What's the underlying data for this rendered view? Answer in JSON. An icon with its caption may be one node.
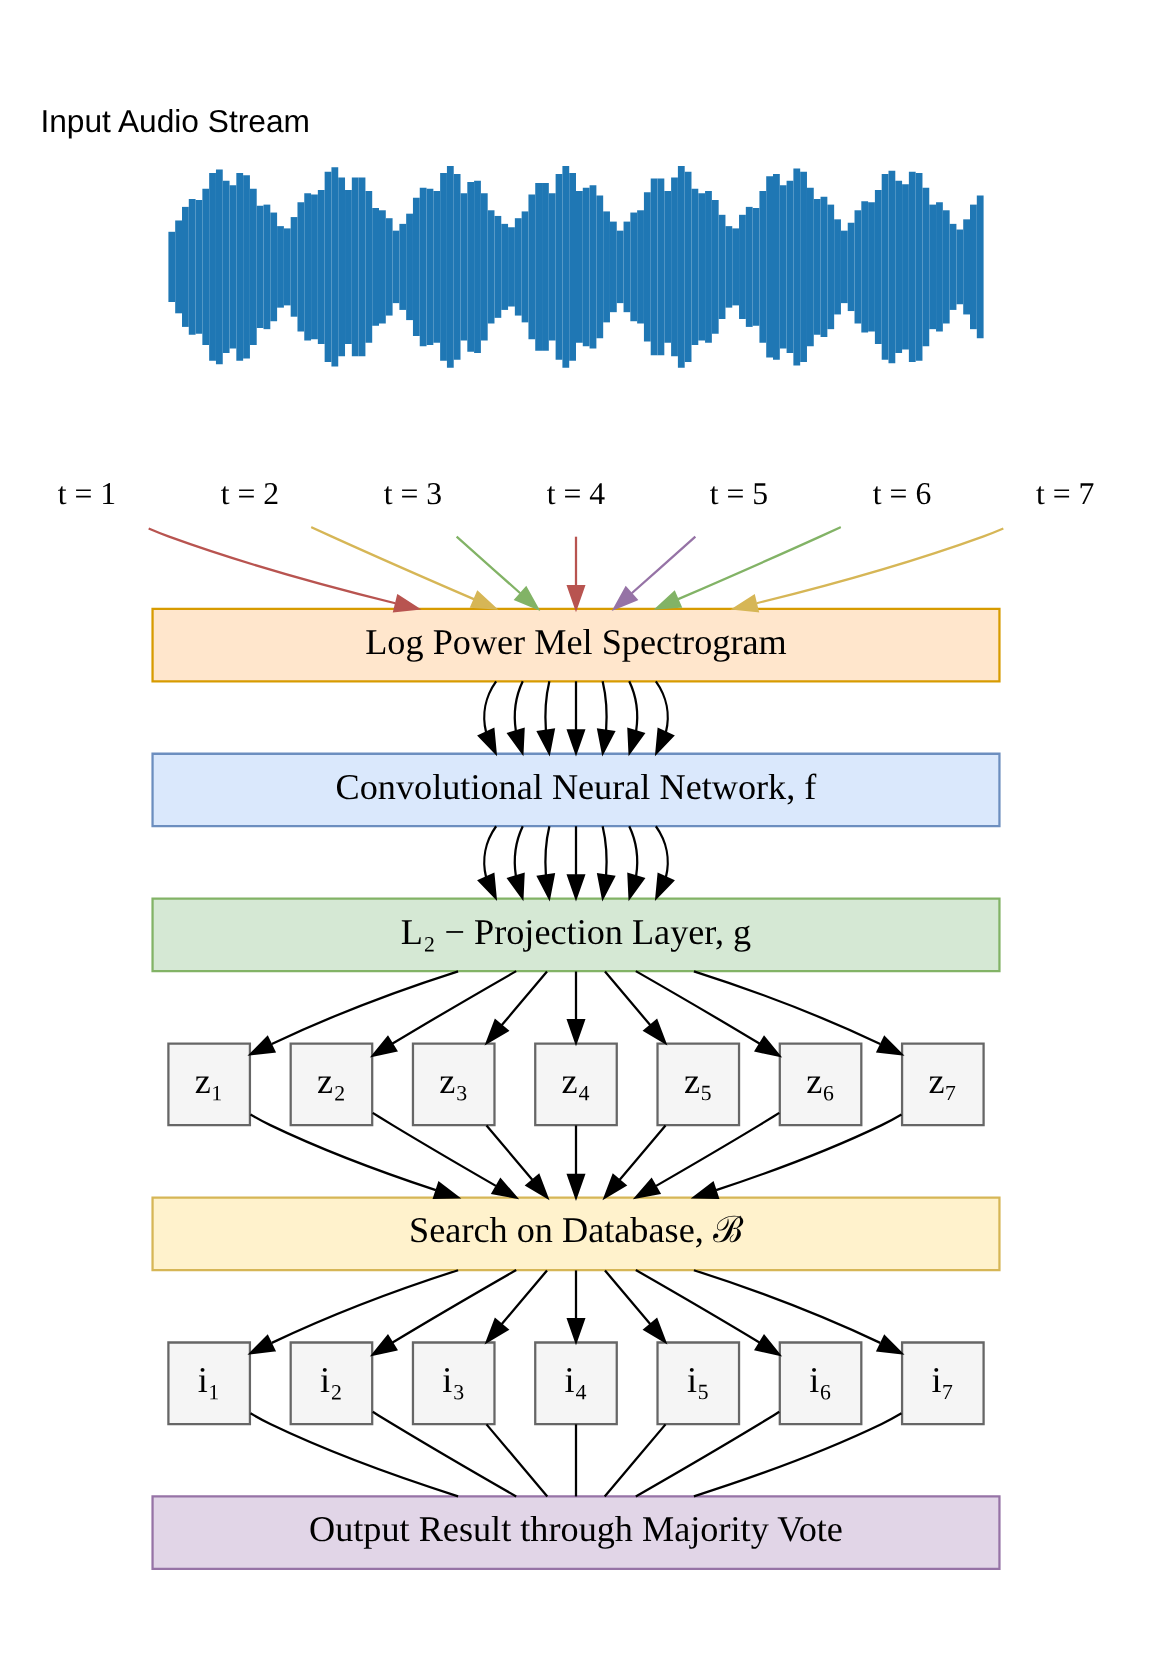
{
  "diagram": {
    "title": "Input Audio Stream",
    "nodes": [
      {
        "text": [],
        "shape": "picture"
      },
      {
        "text": [
          "t = 1"
        ]
      },
      {
        "text": [
          "t = 2"
        ]
      },
      {
        "text": [
          "t = 3"
        ]
      },
      {
        "text": [
          "t = 4"
        ]
      },
      {
        "text": [
          "t = 5"
        ]
      },
      {
        "text": [
          "t = 6"
        ]
      },
      {
        "text": [
          "t = 7"
        ]
      },
      {
        "text": [
          "Log Power Mel Spectrogram"
        ]
      },
      {
        "text": [
          "Convolutional Neural Network, f"
        ]
      },
      {
        "text": [
          "L₂ − Projection Layer, g"
        ]
      },
      {
        "text": [
          "z₁"
        ]
      },
      {
        "text": [
          "z₂"
        ]
      },
      {
        "text": [
          "z₃"
        ]
      },
      {
        "text": [
          "z₄"
        ]
      },
      {
        "text": [
          "z₅"
        ]
      },
      {
        "text": [
          "z₆"
        ]
      },
      {
        "text": [
          "z₇"
        ]
      },
      {
        "text": [
          "Search on Database, ℬ"
        ]
      },
      {
        "text": [
          "i₁"
        ]
      },
      {
        "text": [
          "i₂"
        ]
      },
      {
        "text": [
          "i₃"
        ]
      },
      {
        "text": [
          "i₄"
        ]
      },
      {
        "text": [
          "i₅"
        ]
      },
      {
        "text": [
          "i₆"
        ]
      },
      {
        "text": [
          "i₇"
        ]
      },
      {
        "text": [
          "Output Result through Majority Vote"
        ]
      }
    ],
    "edges": [
      {
        "from": 1,
        "to": 8,
        "arrow": "to",
        "color": "#b85450"
      },
      {
        "from": 2,
        "to": 8,
        "arrow": "to",
        "color": "#d6b656"
      },
      {
        "from": 3,
        "to": 8,
        "arrow": "to",
        "color": "#82b366"
      },
      {
        "from": 4,
        "to": 8,
        "arrow": "to",
        "color": "#b85450"
      },
      {
        "from": 5,
        "to": 8,
        "arrow": "to",
        "color": "#9673a6"
      },
      {
        "from": 6,
        "to": 8,
        "arrow": "to",
        "color": "#82b366"
      },
      {
        "from": 7,
        "to": 8,
        "arrow": "to",
        "color": "#d6b656"
      },
      {
        "from": 8,
        "to": 9,
        "arrow": "to"
      },
      {
        "from": 8,
        "to": 9,
        "arrow": "to"
      },
      {
        "from": 8,
        "to": 9,
        "arrow": "to"
      },
      {
        "from": 8,
        "to": 9,
        "arrow": "to"
      },
      {
        "from": 8,
        "to": 9,
        "arrow": "to"
      },
      {
        "from": 8,
        "to": 9,
        "arrow": "to"
      },
      {
        "from": 8,
        "to": 9,
        "arrow": "to"
      },
      {
        "from": 9,
        "to": 10,
        "arrow": "to"
      },
      {
        "from": 9,
        "to": 10,
        "arrow": "to"
      },
      {
        "from": 9,
        "to": 10,
        "arrow": "to"
      },
      {
        "from": 9,
        "to": 10,
        "arrow": "to"
      },
      {
        "from": 9,
        "to": 10,
        "arrow": "to"
      },
      {
        "from": 9,
        "to": 10,
        "arrow": "to"
      },
      {
        "from": 9,
        "to": 10,
        "arrow": "to"
      },
      {
        "from": 10,
        "to": 11,
        "arrow": "to"
      },
      {
        "from": 10,
        "to": 12,
        "arrow": "to"
      },
      {
        "from": 10,
        "to": 13,
        "arrow": "to"
      },
      {
        "from": 10,
        "to": 14,
        "arrow": "to"
      },
      {
        "from": 10,
        "to": 15,
        "arrow": "to"
      },
      {
        "from": 10,
        "to": 16,
        "arrow": "to"
      },
      {
        "from": 10,
        "to": 17,
        "arrow": "to"
      },
      {
        "from": 11,
        "to": 18,
        "arrow": "to"
      },
      {
        "from": 12,
        "to": 18,
        "arrow": "to"
      },
      {
        "from": 13,
        "to": 18,
        "arrow": "to"
      },
      {
        "from": 14,
        "to": 18,
        "arrow": "to"
      },
      {
        "from": 15,
        "to": 18,
        "arrow": "to"
      },
      {
        "from": 16,
        "to": 18,
        "arrow": "to"
      },
      {
        "from": 17,
        "to": 18,
        "arrow": "to"
      },
      {
        "from": 18,
        "to": 19,
        "arrow": "to"
      },
      {
        "from": 18,
        "to": 20,
        "arrow": "to"
      },
      {
        "from": 18,
        "to": 21,
        "arrow": "to"
      },
      {
        "from": 18,
        "to": 22,
        "arrow": "to"
      },
      {
        "from": 18,
        "to": 23,
        "arrow": "to"
      },
      {
        "from": 18,
        "to": 24,
        "arrow": "to"
      },
      {
        "from": 18,
        "to": 25,
        "arrow": "to"
      },
      {
        "from": 19,
        "to": 26,
        "arrow": "none"
      },
      {
        "from": 20,
        "to": 26,
        "arrow": "none"
      },
      {
        "from": 21,
        "to": 26,
        "arrow": "none"
      },
      {
        "from": 22,
        "to": 26,
        "arrow": "none"
      },
      {
        "from": 23,
        "to": 26,
        "arrow": "none"
      },
      {
        "from": 24,
        "to": 26,
        "arrow": "none"
      },
      {
        "from": 25,
        "to": 26,
        "arrow": "none"
      }
    ]
  }
}
